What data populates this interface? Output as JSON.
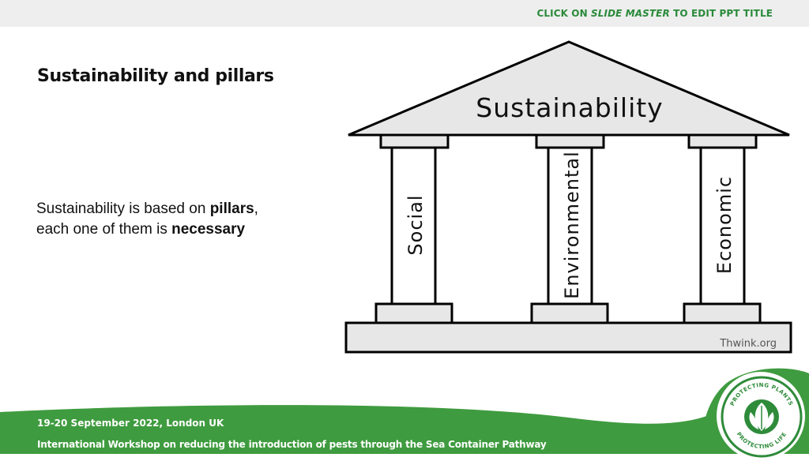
{
  "header": {
    "title_prefix": "CLICK ON ",
    "title_em": "SLIDE MASTER",
    "title_suffix": " TO EDIT PPT TITLE"
  },
  "slide": {
    "title": "Sustainability and pillars",
    "body": {
      "part1": "Sustainability is based on ",
      "bold1": "pillars",
      "part2": ",",
      "part3": "each one of them is ",
      "bold2": "necessary"
    }
  },
  "diagram": {
    "roof_label": "Sustainability",
    "pillars": [
      "Social",
      "Environmental",
      "Economic"
    ],
    "credit": "Thwink.org"
  },
  "footer": {
    "date": "19-20 September 2022, London UK",
    "event": "International Workshop on reducing the introduction of pests through the Sea Container Pathway"
  },
  "logo": {
    "text_top": "PROTECTING PLANTS",
    "text_bottom": "PROTECTING LIFE"
  },
  "colors": {
    "accent_green": "#2a8a3a",
    "footer_green": "#3f9b3f"
  }
}
